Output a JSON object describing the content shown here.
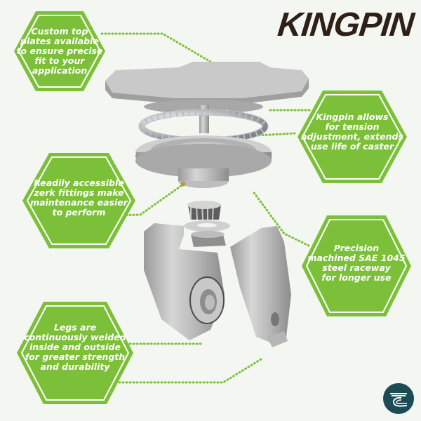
{
  "title": "KINGPIN",
  "colors": {
    "background": "#f4f7f1",
    "hex_fill": "#7cc03a",
    "hex_outline": "#ffffff",
    "title": "#2e2016",
    "dotted_line": "#7cc03a",
    "logo_bg": "#1c4a55"
  },
  "callouts": [
    {
      "id": "custom-top-plates",
      "text": "Custom top\nplates available\nto ensure precise\nfit to your\napplication",
      "side": "left"
    },
    {
      "id": "tension-adjustment",
      "text": "Kingpin allows\nfor tension\nadjustment, extends\nuse life of caster",
      "side": "right"
    },
    {
      "id": "zerk-fittings",
      "text": "Readily accessible\nzerk fittings make\nmaintenance easier\nto perform",
      "side": "left"
    },
    {
      "id": "raceway",
      "text": "Precision\nmachined SAE 1045\nsteel raceway\nfor longer use",
      "side": "right"
    },
    {
      "id": "welded-legs",
      "text": "Legs are\ncontinuously welded\ninside and outside\nfor greater strength\nand durability",
      "side": "left"
    }
  ],
  "parts": [
    "top-plate",
    "ball-bearings",
    "raceway",
    "zerk-fitting",
    "tapered-roller-bearing",
    "washer",
    "castle-nut",
    "leg-left",
    "leg-right"
  ],
  "logo": {
    "icon": "caster-brand-logo-icon"
  }
}
